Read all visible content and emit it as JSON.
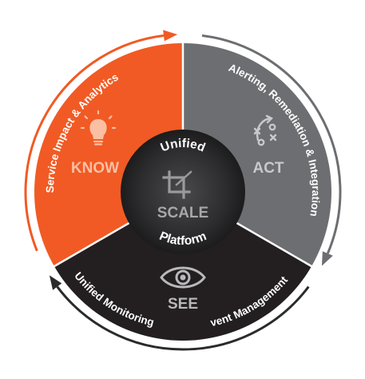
{
  "segments": {
    "know": {
      "label": "KNOW",
      "arc_text": "Service Impact & Analytics",
      "color": "#f15a24",
      "icon": "lightbulb-icon"
    },
    "act": {
      "label": "ACT",
      "arc_text": "Alerting, Remediation & Integration",
      "color": "#6d6e71",
      "icon": "strategy-play-icon"
    },
    "see": {
      "label": "SEE",
      "arc_text_left": "Unified Monitoring",
      "arc_text_right": "vent Management",
      "color": "#231f20",
      "icon": "eye-icon"
    }
  },
  "center": {
    "top": "Unified",
    "middle": "SCALE",
    "bottom": "Platform",
    "icon": "crop-icon"
  },
  "colors": {
    "orange": "#f15a24",
    "gray": "#6d6e71",
    "dark": "#231f20",
    "ring_outline": "#2b2b2b",
    "label_light": "#fbbfa3",
    "label_gray": "#c8c9cb",
    "label_dark": "#b9b9bb"
  }
}
